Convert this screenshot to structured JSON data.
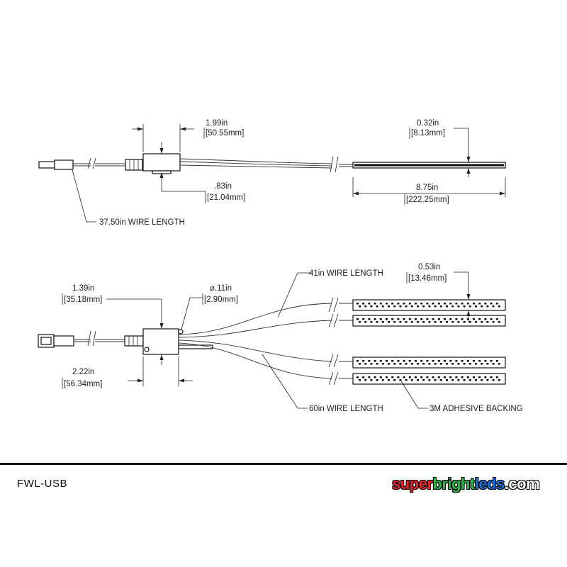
{
  "top_view": {
    "module_length": {
      "in": "1.99in",
      "mm": "[50.55mm]"
    },
    "module_height": {
      "in": ".83in",
      "mm": "[21.04mm]"
    },
    "strip_height": {
      "in": "0.32in",
      "mm": "[8.13mm]"
    },
    "strip_length": {
      "in": "8.75in",
      "mm": "[222.25mm]"
    },
    "wire_length": "37.50in WIRE LENGTH"
  },
  "bottom_view": {
    "module_height": {
      "in": "1.39in",
      "mm": "[35.18mm]"
    },
    "module_length": {
      "in": "2.22in",
      "mm": "[56.34mm]"
    },
    "hole_diameter": {
      "in": "⌀.11in",
      "mm": "[2.90mm]"
    },
    "upper_wire": "41in WIRE LENGTH",
    "lower_wire": "60in WIRE LENGTH",
    "strip_height": {
      "in": "0.53in",
      "mm": "[13.46mm]"
    },
    "adhesive": "3M ADHESIVE BACKING"
  },
  "footer": {
    "part_number": "FWL-USB",
    "logo": [
      {
        "text": "super",
        "color": "#e8202a"
      },
      {
        "text": "bright",
        "color": "#2db34a"
      },
      {
        "text": "leds",
        "color": "#1f6fd6"
      },
      {
        "text": ".com",
        "color": "#ffffff"
      }
    ]
  }
}
